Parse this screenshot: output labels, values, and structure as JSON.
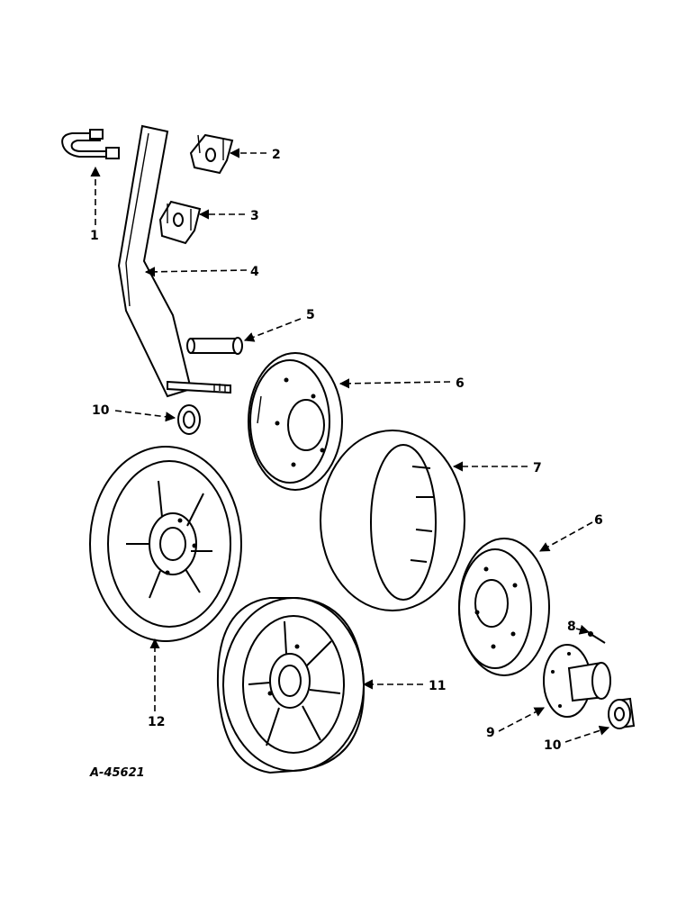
{
  "drawing_id": "A-45621",
  "callouts": {
    "c1": "1",
    "c2": "2",
    "c3": "3",
    "c4": "4",
    "c5": "5",
    "c6a": "6",
    "c6b": "6",
    "c7": "7",
    "c8": "8",
    "c9": "9",
    "c10a": "10",
    "c10b": "10",
    "c11": "11",
    "c12": "12"
  }
}
